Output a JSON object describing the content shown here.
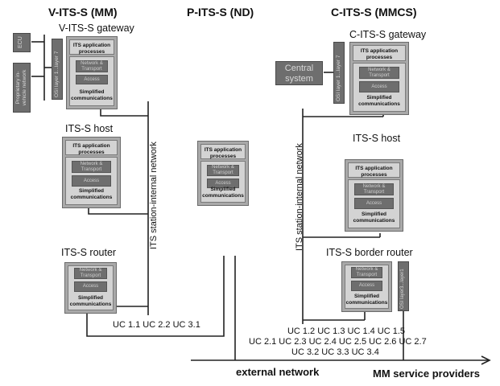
{
  "columns": {
    "vehicle": {
      "title": "V-ITS-S (MM)"
    },
    "personal": {
      "title": "P-ITS-S (ND)"
    },
    "central": {
      "title": "C-ITS-S (MMCS)"
    }
  },
  "stack_labels": {
    "app": "ITS application processes",
    "network": "Network & Transport",
    "access": "Access",
    "simplified": "Simplified communications"
  },
  "vehicle": {
    "gateway_label": "V-ITS-S gateway",
    "host_label": "ITS-S host",
    "router_label": "ITS-S router",
    "ecu_label": "ECU",
    "proprietary_label": "Proprietary in-vehicle network",
    "osi_label": "OSI layer 1...layer 7",
    "network_label": "ITS station-internal network",
    "use_cases": "UC 1.1  UC 2.2  UC 3.1"
  },
  "central": {
    "gateway_label": "C-ITS-S gateway",
    "host_label": "ITS-S host",
    "border_router_label": "ITS-S border router",
    "central_system_label": "Central system",
    "osi_label": "OSI layer 1...layer 7",
    "osi_border_label": "OSI layer3...layer1",
    "network_label": "ITS station-internal network",
    "use_cases": [
      "UC 1.2 UC 1.3 UC 1.4 UC 1.5",
      "UC 2.1 UC 2.3 UC 2.4 UC 2.5 UC 2.6 UC 2.7",
      "UC 3.2 UC 3.3 UC 3.4"
    ]
  },
  "bottom": {
    "external_network": "external network",
    "service_providers": "MM service providers"
  }
}
